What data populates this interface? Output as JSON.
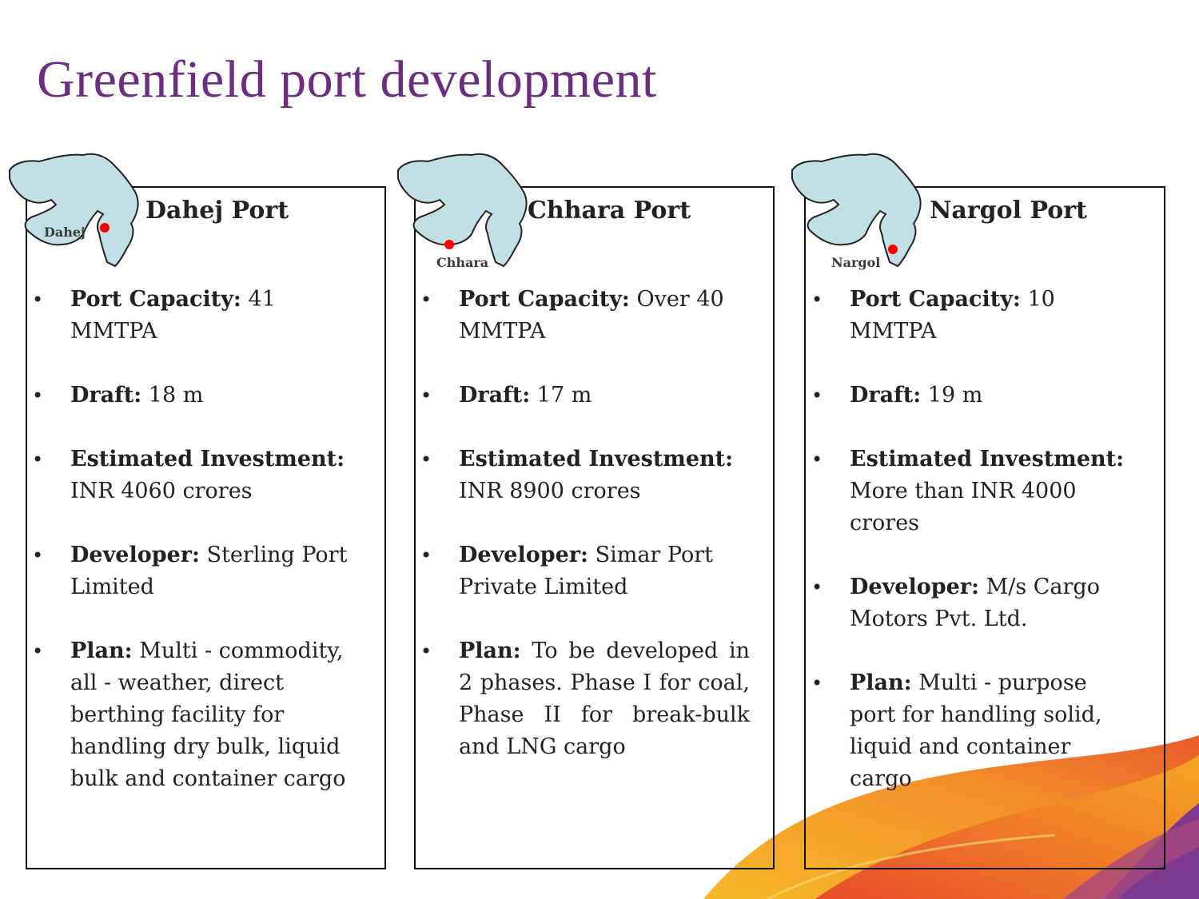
{
  "title": "Greenfield port development",
  "colors": {
    "title": "#6c2d82",
    "map_fill": "#c1dfe4",
    "marker": "#ff0000"
  },
  "ports": [
    {
      "name": "Dahej Port",
      "map_label": "Dahej",
      "items": [
        {
          "label": "Port Capacity:",
          "value": "41 MMTPA"
        },
        {
          "label": "Draft:",
          "value": "18 m"
        },
        {
          "label": "Estimated Investment:",
          "value": "INR 4060 crores"
        },
        {
          "label": "Developer:",
          "value": "Sterling Port Limited"
        },
        {
          "label": "Plan:",
          "value": "Multi - commodity, all - weather, direct berthing facility for handling dry bulk, liquid bulk and container cargo"
        }
      ]
    },
    {
      "name": "Chhara Port",
      "map_label": "Chhara",
      "items": [
        {
          "label": "Port Capacity:",
          "value": "Over 40 MMTPA"
        },
        {
          "label": "Draft:",
          "value": "17 m"
        },
        {
          "label": "Estimated Investment:",
          "value": "INR 8900 crores"
        },
        {
          "label": "Developer:",
          "value": "Simar Port Private Limited"
        },
        {
          "label": "Plan:",
          "value": "To be developed in 2 phases. Phase I for coal, Phase II for break-bulk and LNG cargo"
        }
      ]
    },
    {
      "name": "Nargol Port",
      "map_label": "Nargol",
      "items": [
        {
          "label": "Port Capacity:",
          "value": "10 MMTPA"
        },
        {
          "label": "Draft:",
          "value": "19 m"
        },
        {
          "label": "Estimated Investment:",
          "value": "More than INR 4000 crores"
        },
        {
          "label": "Developer:",
          "value": "M/s Cargo Motors Pvt. Ltd."
        },
        {
          "label": "Plan:",
          "value": "Multi - purpose port for handling solid, liquid and container cargo"
        }
      ]
    }
  ]
}
